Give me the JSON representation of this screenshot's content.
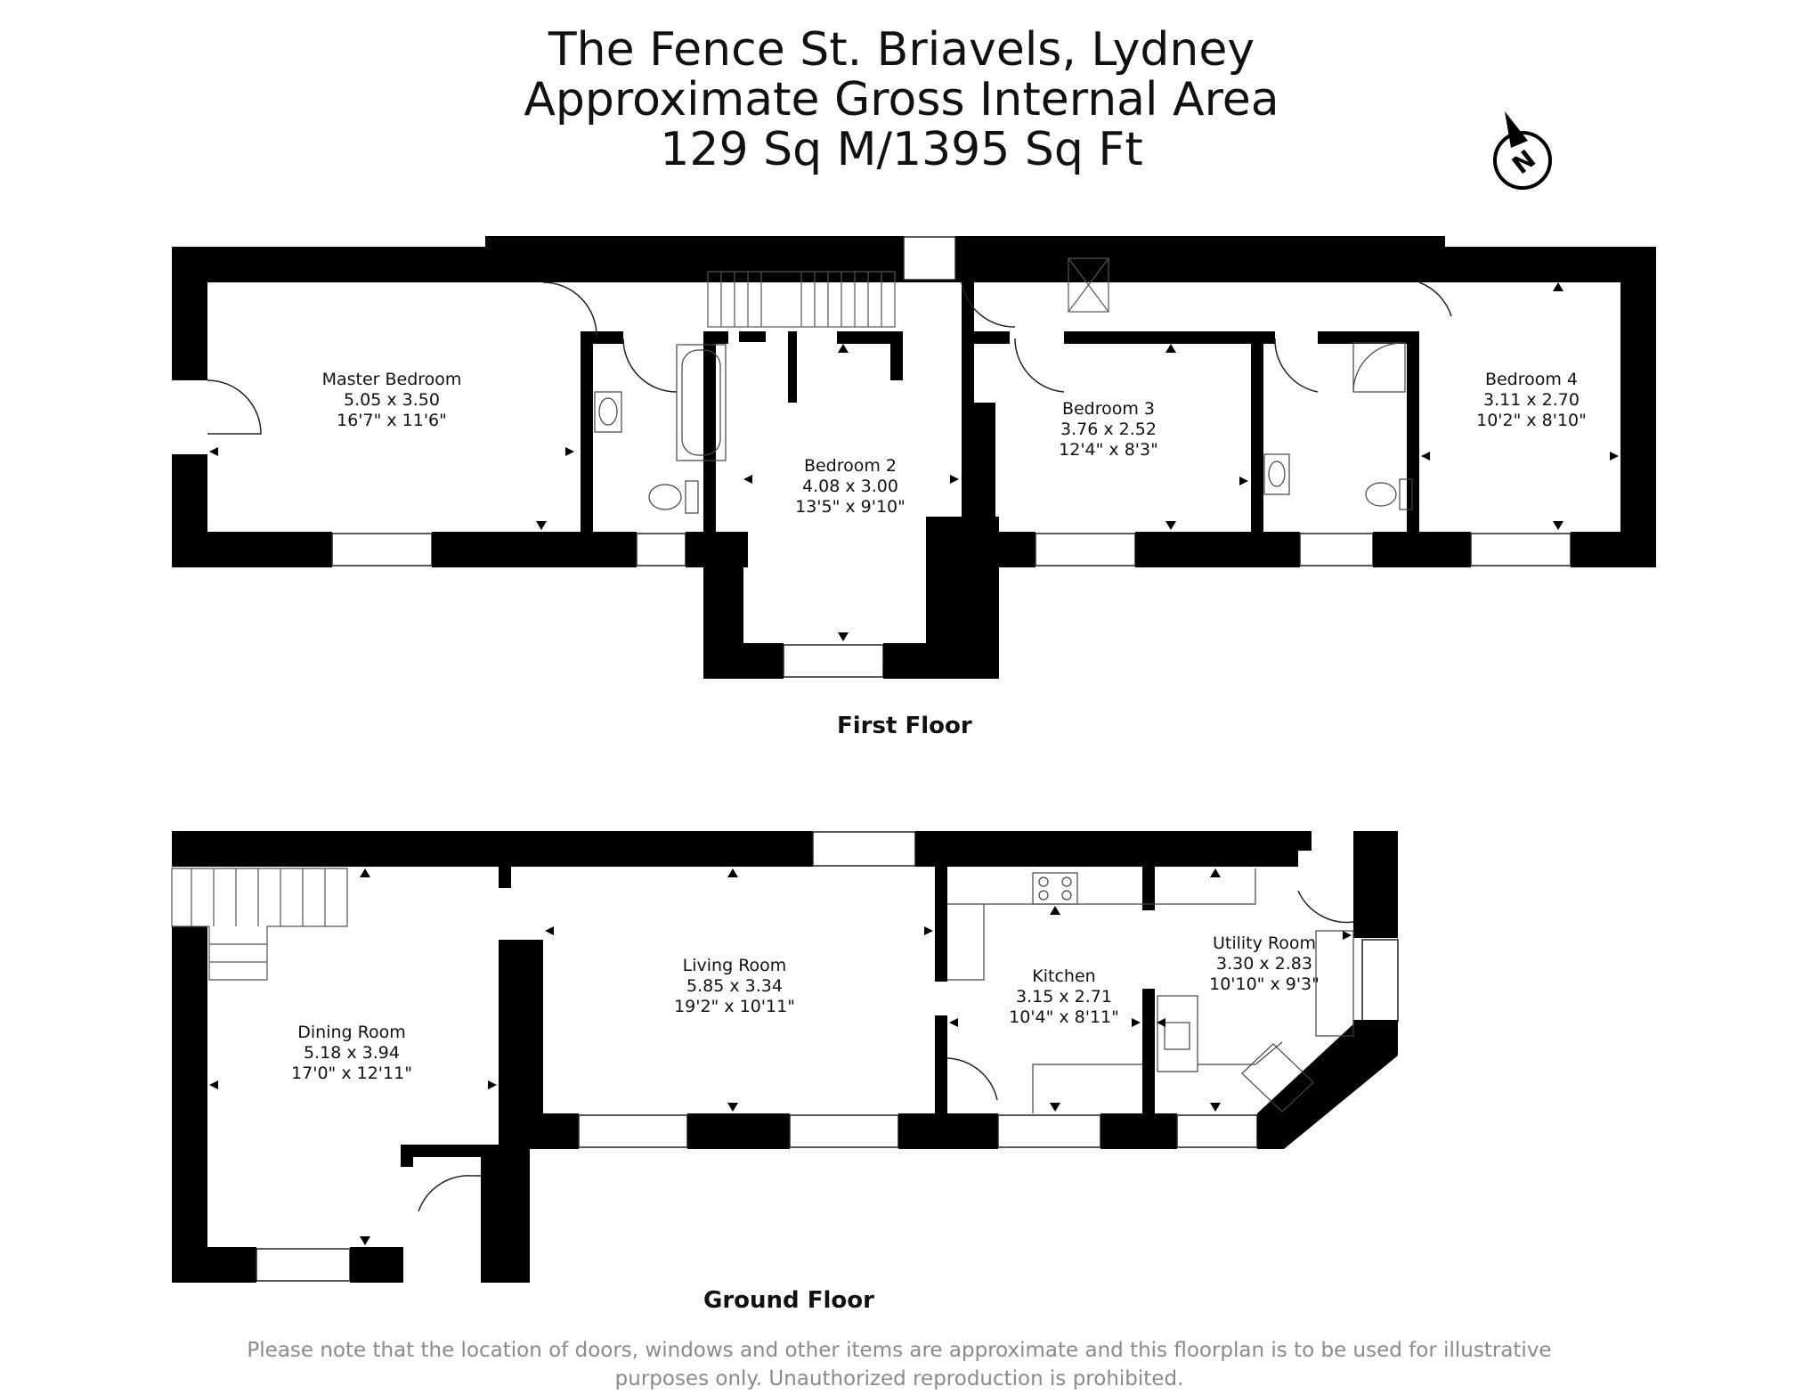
{
  "header": {
    "line1": "The Fence St. Briavels, Lydney",
    "line2": "Approximate Gross Internal Area",
    "line3": "129 Sq M/1395 Sq Ft"
  },
  "compass": {
    "letter": "N",
    "icon": "north-arrow-icon"
  },
  "floors": {
    "first": {
      "label": "First Floor",
      "rooms": [
        {
          "name": "Master Bedroom",
          "metric": "5.05 x 3.50",
          "imperial": "16'7\" x 11'6\""
        },
        {
          "name": "Bedroom 2",
          "metric": "4.08 x 3.00",
          "imperial": "13'5\" x 9'10\""
        },
        {
          "name": "Bedroom 3",
          "metric": "3.76 x 2.52",
          "imperial": "12'4\" x 8'3\""
        },
        {
          "name": "Bedroom 4",
          "metric": "3.11 x 2.70",
          "imperial": "10'2\" x 8'10\""
        }
      ]
    },
    "ground": {
      "label": "Ground Floor",
      "rooms": [
        {
          "name": "Dining Room",
          "metric": "5.18 x 3.94",
          "imperial": "17'0\" x 12'11\""
        },
        {
          "name": "Living Room",
          "metric": "5.85 x 3.34",
          "imperial": "19'2\" x 10'11\""
        },
        {
          "name": "Kitchen",
          "metric": "3.15 x 2.71",
          "imperial": "10'4\" x 8'11\""
        },
        {
          "name": "Utility Room",
          "metric": "3.30 x 2.83",
          "imperial": "10'10\" x 9'3\""
        }
      ]
    }
  },
  "disclaimer": {
    "line1": "Please note that the location of doors, windows and other items are approximate and this floorplan is to be used for illustrative",
    "line2": "purposes only. Unauthorized reproduction is prohibited."
  }
}
